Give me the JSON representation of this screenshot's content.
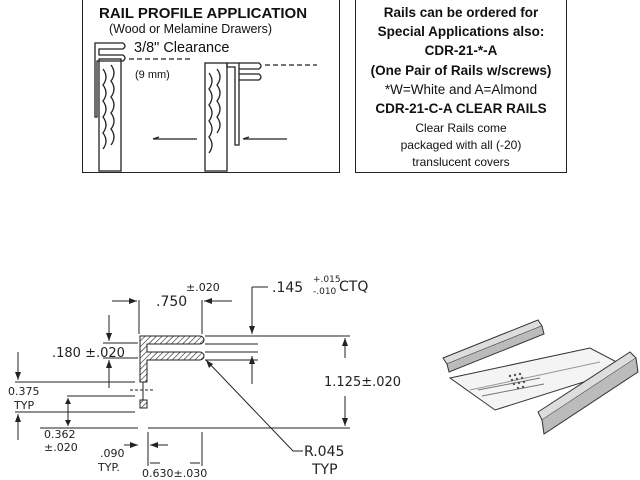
{
  "profile_box": {
    "title": "RAIL PROFILE APPLICATION",
    "subtitle": "(Wood or Melamine Drawers)",
    "clearance": "3/8\" Clearance",
    "metric": "(9 mm)"
  },
  "order_box": {
    "line1": "Rails can be ordered for",
    "line2": "Special Applications also:",
    "line3": "CDR-21-*-A",
    "line4": "(One Pair of Rails w/screws)",
    "line5": "*W=White and A=Almond",
    "line6": "CDR-21-C-A CLEAR RAILS",
    "line7": "Clear Rails come",
    "line8": "packaged with all (-20)",
    "line9": "translucent covers"
  },
  "dimensions": {
    "width_tol": "±.020",
    "width": ".750",
    "gap": ".145",
    "gap_tol_plus": "+.015",
    "gap_tol_minus": "-.010",
    "gap_note": "CTQ",
    "flange": ".180 ±.020",
    "height": "1.125±.020",
    "typ_spacing": "0.375",
    "typ_spacing_note": "TYP",
    "offset": "0.362",
    "offset_tol": "±.020",
    "thickness": ".090",
    "thickness_note": "TYP.",
    "radius": "R.045",
    "radius_note": "TYP",
    "bottom": "0.630±.030"
  }
}
